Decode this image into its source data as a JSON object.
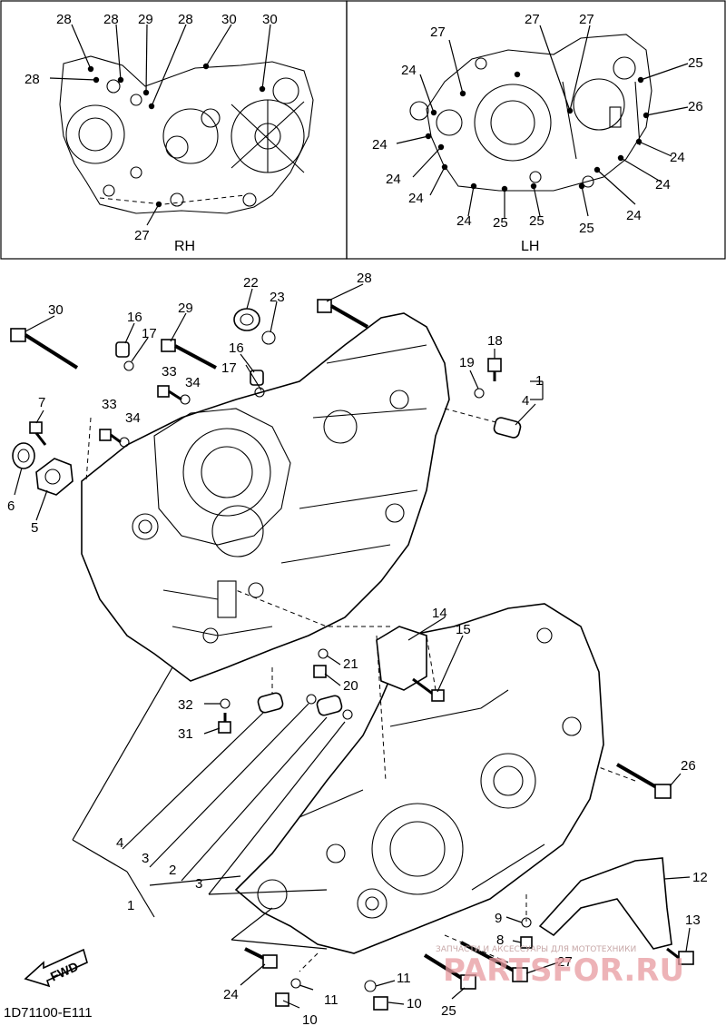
{
  "inset_rh": {
    "title": "RH",
    "callouts": [
      {
        "id": "rh-28a",
        "text": "28"
      },
      {
        "id": "rh-28b",
        "text": "28"
      },
      {
        "id": "rh-29",
        "text": "29"
      },
      {
        "id": "rh-28c",
        "text": "28"
      },
      {
        "id": "rh-30a",
        "text": "30"
      },
      {
        "id": "rh-30b",
        "text": "30"
      },
      {
        "id": "rh-28d",
        "text": "28"
      },
      {
        "id": "rh-27",
        "text": "27"
      }
    ]
  },
  "inset_lh": {
    "title": "LH",
    "callouts": [
      {
        "id": "lh-27a",
        "text": "27"
      },
      {
        "id": "lh-27b",
        "text": "27"
      },
      {
        "id": "lh-27c",
        "text": "27"
      },
      {
        "id": "lh-25a",
        "text": "25"
      },
      {
        "id": "lh-26",
        "text": "26"
      },
      {
        "id": "lh-24a",
        "text": "24"
      },
      {
        "id": "lh-24b",
        "text": "24"
      },
      {
        "id": "lh-24c",
        "text": "24"
      },
      {
        "id": "lh-24d",
        "text": "24"
      },
      {
        "id": "lh-24e",
        "text": "24"
      },
      {
        "id": "lh-24f",
        "text": "24"
      },
      {
        "id": "lh-24g",
        "text": "24"
      },
      {
        "id": "lh-24h",
        "text": "24"
      },
      {
        "id": "lh-25b",
        "text": "25"
      },
      {
        "id": "lh-25c",
        "text": "25"
      },
      {
        "id": "lh-25d",
        "text": "25"
      }
    ]
  },
  "main_callouts": [
    {
      "id": "m30",
      "text": "30"
    },
    {
      "id": "m16a",
      "text": "16"
    },
    {
      "id": "m17a",
      "text": "17"
    },
    {
      "id": "m29",
      "text": "29"
    },
    {
      "id": "m22",
      "text": "22"
    },
    {
      "id": "m23",
      "text": "23"
    },
    {
      "id": "m28",
      "text": "28"
    },
    {
      "id": "m18",
      "text": "18"
    },
    {
      "id": "m19",
      "text": "19"
    },
    {
      "id": "m1a",
      "text": "1"
    },
    {
      "id": "m4a",
      "text": "4"
    },
    {
      "id": "m16b",
      "text": "16"
    },
    {
      "id": "m17b",
      "text": "17"
    },
    {
      "id": "m33a",
      "text": "33"
    },
    {
      "id": "m34a",
      "text": "34"
    },
    {
      "id": "m7",
      "text": "7"
    },
    {
      "id": "m33b",
      "text": "33"
    },
    {
      "id": "m34b",
      "text": "34"
    },
    {
      "id": "m6",
      "text": "6"
    },
    {
      "id": "m5",
      "text": "5"
    },
    {
      "id": "m14",
      "text": "14"
    },
    {
      "id": "m15",
      "text": "15"
    },
    {
      "id": "m21",
      "text": "21"
    },
    {
      "id": "m20",
      "text": "20"
    },
    {
      "id": "m32",
      "text": "32"
    },
    {
      "id": "m31",
      "text": "31"
    },
    {
      "id": "m26",
      "text": "26"
    },
    {
      "id": "m4b",
      "text": "4"
    },
    {
      "id": "m3a",
      "text": "3"
    },
    {
      "id": "m2",
      "text": "2"
    },
    {
      "id": "m3b",
      "text": "3"
    },
    {
      "id": "m1b",
      "text": "1"
    },
    {
      "id": "m12",
      "text": "12"
    },
    {
      "id": "m9",
      "text": "9"
    },
    {
      "id": "m13",
      "text": "13"
    },
    {
      "id": "m8",
      "text": "8"
    },
    {
      "id": "m27",
      "text": "27"
    },
    {
      "id": "m24",
      "text": "24"
    },
    {
      "id": "m11a",
      "text": "11"
    },
    {
      "id": "m11b",
      "text": "11"
    },
    {
      "id": "m10a",
      "text": "10"
    },
    {
      "id": "m10b",
      "text": "10"
    },
    {
      "id": "m25",
      "text": "25"
    }
  ],
  "direction_label": "FWD",
  "diagram_code": "1D71100-E111",
  "watermark": {
    "line1": "ЗАПЧАСТИ И АКСЕССУАРЫ ДЛЯ МОТОТЕХНИКИ",
    "logo_text": "PARTSFOR.RU"
  },
  "colors": {
    "line": "#000000",
    "background": "#ffffff",
    "watermark": "#e89aa0"
  }
}
